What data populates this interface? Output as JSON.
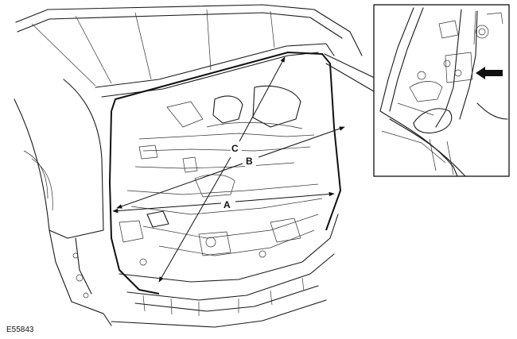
{
  "labels": {
    "a": "A",
    "b": "B",
    "c": "C"
  },
  "figure_ref": "E55843"
}
